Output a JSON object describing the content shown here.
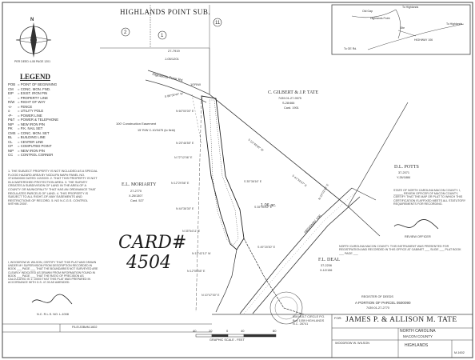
{
  "header": {
    "subdivision": "HIGHLANDS POINT SUB.",
    "lot_2": "2",
    "lot_1": "1",
    "lot_11": "11",
    "plat_ref_1": "27-7919",
    "plat_ref_2": "J-05/1201"
  },
  "north_arrow": {
    "label": "N",
    "ref": "PER DEED 4-08 PAGE 1201"
  },
  "vicinity_map": {
    "labels": [
      "Old Gap",
      "To Highlands",
      "Highlands Point",
      "To Highlands",
      "Site",
      "HIGHWAY 106",
      "To GE Rd."
    ]
  },
  "legend": {
    "title": "LEGEND",
    "items": [
      {
        "code": "POB",
        "desc": "= POINT OF BEGINNING"
      },
      {
        "code": "CM",
        "desc": "= CONC. MON. FND."
      },
      {
        "code": "EIP",
        "desc": "= EXIST. IRON PIN"
      },
      {
        "code": "--",
        "desc": "= PROPERTY LINE"
      },
      {
        "code": "R/W",
        "desc": "= RIGHT OF WAY"
      },
      {
        "code": "-x-",
        "desc": "= FENCE"
      },
      {
        "code": "o",
        "desc": "= UTILITY POLE"
      },
      {
        "code": "-P-",
        "desc": "= POWER LINE"
      },
      {
        "code": "P&T",
        "desc": "= POWER & TELEPHONE"
      },
      {
        "code": "NIP",
        "desc": "= NEW IRON PIN"
      },
      {
        "code": "PK",
        "desc": "= P.K. NAIL SET"
      },
      {
        "code": "CMS",
        "desc": "= CONC. MON. SET"
      },
      {
        "code": "BL",
        "desc": "= BUILDING LINE"
      },
      {
        "code": "CL",
        "desc": "= CENTER LINE"
      },
      {
        "code": "CP",
        "desc": "= COMPUTED POINT"
      },
      {
        "code": "NIP",
        "desc": "= NEW IRON PIN"
      },
      {
        "code": "CC",
        "desc": "= CONTROL CORNER"
      }
    ]
  },
  "notes": {
    "text": "1. THE SUBJECT PROPERTY IS NOT INCLUDED AS A SPECIAL FLOOD HAZARD AREA BY NCDLIPA MAP# PANEL NO. 3710540000 DATED 1/2/2009. 2. THAT THIS PROPERTY IS NOT IN A WATERSHED PROTECTION AREA. 3. THE SURVEY CREATES A SUBDIVISION OF LAND IN THE AREA OF A COUNTY OR MUNICIPALITY THAT HAS AN ORDINANCE THAT REGULATES PARCELS OF LAND. 4. THIS PROPERTY IS SUBJECT TO ALL RIGHT-OF-WAY EASEMENTS AND RESTRICTIONS OF RECORD. 5. NO N.C.G.S. CONTROL WITHIN 2000'."
  },
  "parcels": {
    "tate_north": {
      "owner": "C. GILBERT & J.P. TATE",
      "deed": "7439.01-27-9575",
      "book": "S-28/466",
      "card": "Card. 1901"
    },
    "moriarty": {
      "owner": "E.L. MORIARTY",
      "deed": "27-2770",
      "book": "X-26/1307",
      "card": "Card. 527"
    },
    "potts": {
      "owner": "D.L. POTTS",
      "deed": "37-2071",
      "book": "Y-26/1884"
    },
    "deal": {
      "owner": "F.L. DEAL",
      "deed": "37-2206",
      "book": "X-12/136"
    },
    "acreage": "1.06 ac.",
    "easement": "100' Construction Easement",
    "row_note": "15' R/W C-10/3475 (to field)",
    "road": "Highlands Point Rd.",
    "highway": "HIGHWAY 106",
    "row_20": "10'R/W"
  },
  "card_annotation": {
    "line1": "CARD#",
    "line2": "4504"
  },
  "certificates": {
    "state_cert": "STATE OF NORTH CAROLINA MACON COUNTY. I, ______ REVIEW OFFICER OF MACON COUNTY, CERTIFY THAT THE MAP OR PLAT TO WHICH THIS CERTIFICATION IS AFFIXED MEETS ALL STATUTORY REQUIREMENTS FOR RECORDING.",
    "review_officer": "REVIEW OFFICER",
    "register_cert": "NORTH CAROLINA MACON COUNTY. THIS INSTRUMENT WAS PRESENTED FOR REGISTRATION AND RECORDED IN THIS OFFICE AT CABINET ___ SLIDE ___ PLAT BOOK ___ PAGE ___",
    "register_of_deeds": "REGISTER OF DEEDS",
    "portion": "A PORTION OF PARCEL 0500090",
    "pin": "7439.01-27-2770",
    "surveyor_cert": "I, WOODROW W. WILSON, CERTIFY THAT THIS PLAT WAS DRAWN UNDER MY SUPERVISION FROM DESCRIPTION RECORDED IN BOOK ___ PAGE ___ THAT THE BOUNDARIES NOT SURVEYED ARE CLEARLY INDICATED AS DRAWN FROM INFORMATION FOUND IN BOOK ___ PAGE ___ THAT THE RATIO OF PRECISION AS CALCULATED IS 1: 10000 THAT THIS PLAT WAS PREPARED IN ACCORDANCE WITH G.S. 47-30 AS AMENDED.",
    "surveyor_reg": "N.C. R.L.S. NO. L-1008",
    "seal_text": "NORTH CAROLINA PROFESSIONAL SEAL L-1008 LAND SURVEYOR"
  },
  "scale": {
    "label": "GRAPHIC SCALE - FEET",
    "ticks": [
      "40",
      "20",
      "0",
      "40",
      "80"
    ]
  },
  "title_block": {
    "owner_label": "FOR:",
    "owner": "JAMES P. & ALLISON M. TATE",
    "state": "NORTH CAROLINA",
    "county": "MACON COUNTY",
    "township": "HIGHLANDS",
    "address": "508 HOLT CIRCLE P.O. Box 1059 HIGHLANDS N.C. 28741",
    "firm": "WOODROW W. WILSON",
    "job_no": "M-1602",
    "file": "FILE/JOB#M-1602"
  }
}
